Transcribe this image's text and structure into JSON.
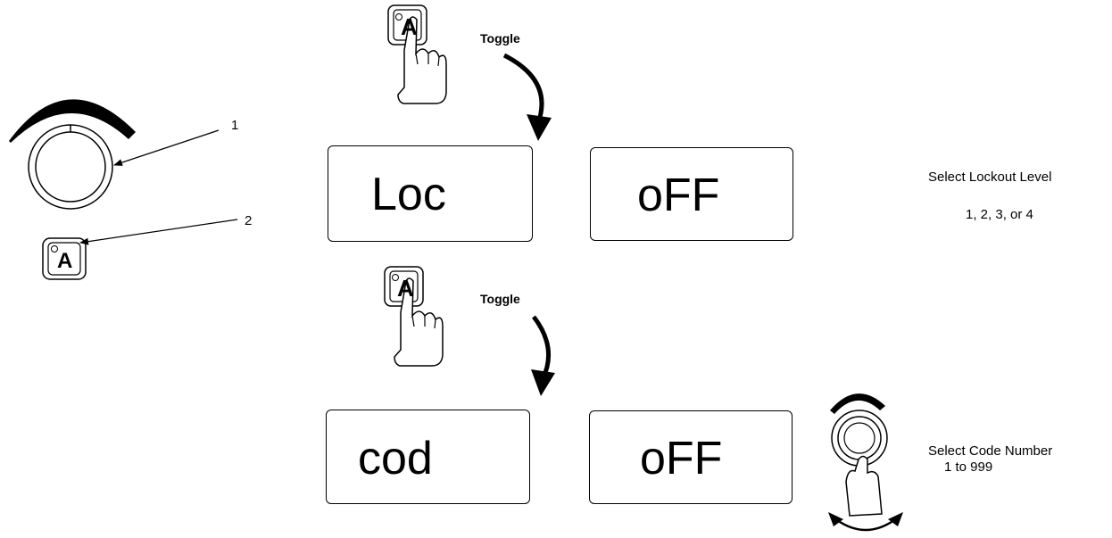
{
  "callouts": {
    "dial": "1",
    "button": "2"
  },
  "button_glyph": "A",
  "toggle_label_1": "Toggle",
  "toggle_label_2": "Toggle",
  "displays": {
    "row1": {
      "left": "Loc",
      "right": "oFF"
    },
    "row2": {
      "left": "cod",
      "right": "oFF"
    }
  },
  "notes": {
    "lockout_title": "Select Lockout Level",
    "lockout_values": "1, 2, 3, or 4",
    "code_title": "Select Code Number",
    "code_values": "1 to 999"
  },
  "icons": [
    "rotary-dial-icon",
    "a-button-icon",
    "press-hand-icon",
    "curved-arrow-icon",
    "rotate-arrows-icon"
  ]
}
